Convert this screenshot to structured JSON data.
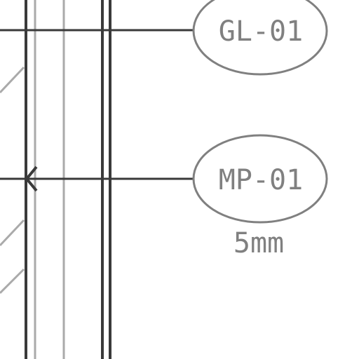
{
  "drawing": {
    "background": "#ffffff",
    "line_dark": "#3a3a3a",
    "line_light": "#aaaaaa",
    "bubble_stroke": "#808080",
    "text_color": "#808080"
  },
  "tags": [
    {
      "label": "GL-01"
    },
    {
      "label": "MP-01",
      "note": "5mm"
    }
  ]
}
